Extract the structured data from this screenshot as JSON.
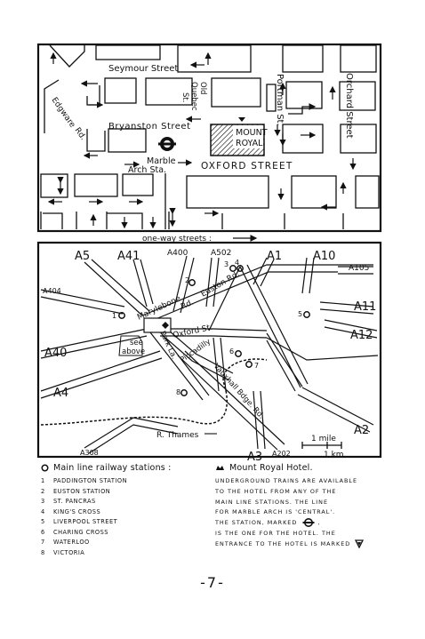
{
  "top_map": {
    "streets": {
      "seymour": "Seymour Street",
      "edgware_1": "Edgware",
      "edgware_2": "Rd.",
      "old_quebec_1": "Old",
      "old_quebec_2": "Quebec",
      "old_quebec_3": "St.",
      "portman": "Portman St.",
      "orchard": "Orchard Street",
      "bryanston": "Bryanston Street",
      "oxford": "OXFORD STREET"
    },
    "hotel_label_1": "MOUNT",
    "hotel_label_2": "ROYAL",
    "station_label_1": "Marble",
    "station_label_2": "Arch Sta.",
    "one_way_caption": "one-way streets :"
  },
  "bottom_map": {
    "roads": [
      "A5",
      "A41",
      "A400",
      "A502",
      "A1",
      "A10",
      "A105",
      "A404",
      "A11",
      "A12",
      "A40",
      "A4",
      "A2",
      "A3",
      "A202",
      "A308"
    ],
    "streets": {
      "marylebone_1": "Marylebone",
      "marylebone_2": "Rd.",
      "euston": "Euston Rd.",
      "oxford": "Oxford St.",
      "park_lane": "Park La.",
      "piccadilly": "Piccadilly",
      "vauxhall": "Vauxhall Bdge. Rd.",
      "thames": "R. Thames"
    },
    "see_above_1": "see",
    "see_above_2": "above",
    "station_numbers": [
      "1",
      "2",
      "3",
      "4",
      "5",
      "6",
      "7",
      "8"
    ],
    "scale_mile": "1 mile",
    "scale_km": "1 km."
  },
  "legend": {
    "stations_title": "Main line railway stations :",
    "stations": [
      {
        "num": "1",
        "name": "Paddington Station"
      },
      {
        "num": "2",
        "name": "Euston Station"
      },
      {
        "num": "3",
        "name": "St. Pancras"
      },
      {
        "num": "4",
        "name": "King's Cross"
      },
      {
        "num": "5",
        "name": "Liverpool Street"
      },
      {
        "num": "6",
        "name": "Charing Cross"
      },
      {
        "num": "7",
        "name": "Waterloo"
      },
      {
        "num": "8",
        "name": "Victoria"
      }
    ],
    "hotel_title": "Mount Royal Hotel.",
    "notes": [
      "Underground trains are available",
      "to the hotel from any of the",
      "main line stations.   The line",
      "for Marble Arch is 'Central'.",
      "The station, marked",
      "is the one for the hotel.  The",
      "entrance to the hotel is marked"
    ],
    "note_comma": ","
  },
  "page_number": "-7-"
}
